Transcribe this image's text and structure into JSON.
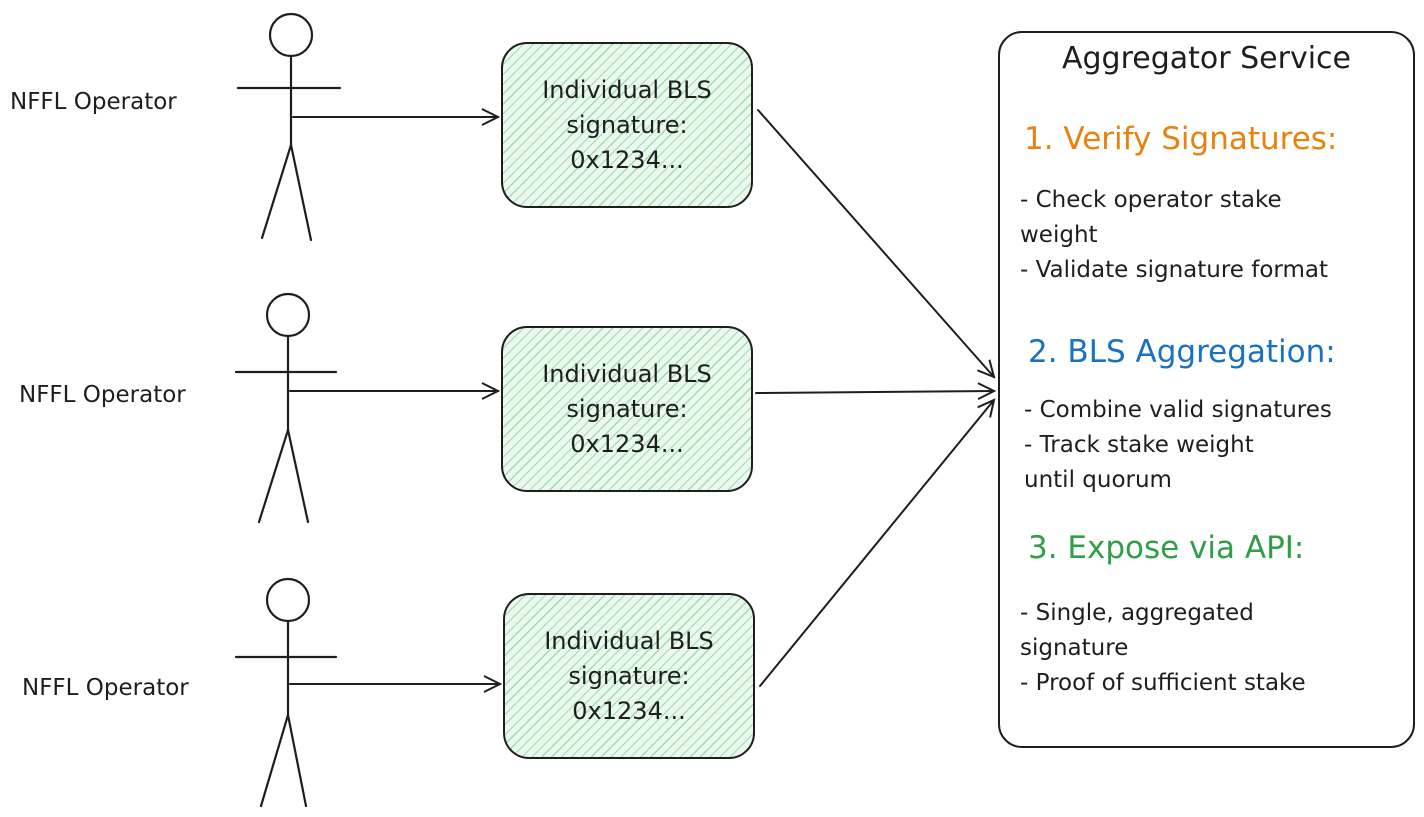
{
  "operators": [
    {
      "label": "NFFL Operator"
    },
    {
      "label": "NFFL Operator"
    },
    {
      "label": "NFFL Operator"
    }
  ],
  "signature_boxes": [
    {
      "line1": "Individual BLS",
      "line2": "signature:",
      "line3": "0x1234..."
    },
    {
      "line1": "Individual BLS",
      "line2": "signature:",
      "line3": "0x1234..."
    },
    {
      "line1": "Individual BLS",
      "line2": "signature:",
      "line3": "0x1234..."
    }
  ],
  "aggregator": {
    "title": "Aggregator Service",
    "sections": [
      {
        "heading": "1. Verify Signatures:",
        "color": "#e8820c",
        "lines": [
          "- Check operator stake",
          "weight",
          "- Validate signature format"
        ]
      },
      {
        "heading": "2. BLS Aggregation:",
        "color": "#1971c2",
        "lines": [
          "- Combine valid signatures",
          "- Track stake weight",
          "until quorum"
        ]
      },
      {
        "heading": "3. Expose via API:",
        "color": "#2f9e44",
        "lines": [
          "- Single, aggregated",
          "signature",
          "- Proof of sufficient stake"
        ]
      }
    ]
  },
  "colors": {
    "stroke": "#1e1e1e",
    "box_fill": "#eaf8ee",
    "hatch": "#86d298"
  }
}
